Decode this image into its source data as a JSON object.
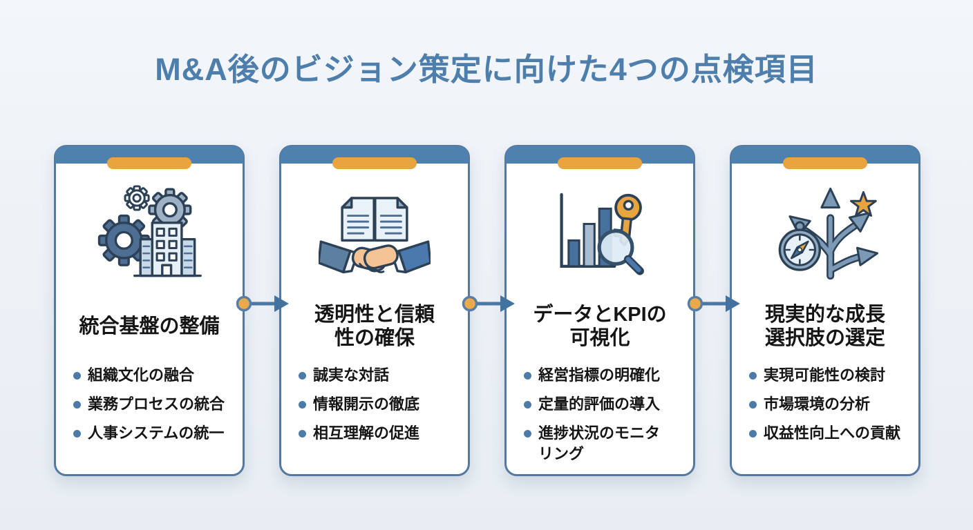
{
  "page": {
    "title": "M&A後のビジョン策定に向けた4つの点検項目",
    "colors": {
      "title_text": "#4e7fac",
      "card_border": "#54789f",
      "header_bar": "#4e81ad",
      "accent_pill": "#e8a43e",
      "bullet_dot": "#4d7ba8",
      "body_text": "#151515",
      "bg_top": "#f3f6fa",
      "bg_bottom": "#e7edf3",
      "arrow": "#4a77a4",
      "arrow_head": "#44729f",
      "arrow_dot": "#eaaa4c",
      "arrow_dot_ring": "#567ea7",
      "icon_outline": "#2c4156",
      "icon_blue": "#4e6f93",
      "icon_blue_light": "#9db0c4",
      "icon_orange": "#e8a43e",
      "icon_skin": "#f3c396"
    }
  },
  "cards": [
    {
      "icon": "gears-building-icon",
      "title": "統合基盤の整備",
      "bullets": [
        "組織文化の融合",
        "業務プロセスの統合",
        "人事システムの統一"
      ]
    },
    {
      "icon": "handshake-documents-icon",
      "title": "透明性と信頼\n性の確保",
      "bullets": [
        "誠実な対話",
        "情報開示の徹底",
        "相互理解の促進"
      ]
    },
    {
      "icon": "chart-key-magnifier-icon",
      "title": "データとKPIの\n可視化",
      "bullets": [
        "経営指標の明確化",
        "定量的評価の導入",
        "進捗状況のモニタ\nリング"
      ]
    },
    {
      "icon": "compass-paths-star-icon",
      "title": "現実的な成長\n選択肢の選定",
      "bullets": [
        "実現可能性の検討",
        "市場環境の分析",
        "収益性向上への貢献"
      ]
    }
  ]
}
